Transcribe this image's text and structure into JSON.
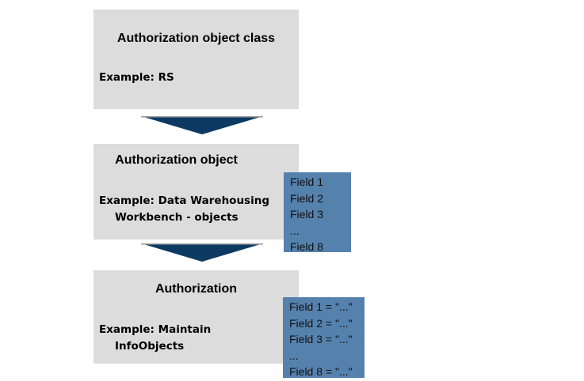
{
  "colors": {
    "background": "#ffffff",
    "box_gray": "#dcdcdc",
    "arrow_navy": "#0d3a63",
    "arrow_line": "#999999",
    "field_blue": "#5581ad",
    "text": "#000000"
  },
  "stages": [
    {
      "title": "Authorization object class",
      "example_lines": [
        "Example: RS"
      ]
    },
    {
      "title": "Authorization object",
      "example_lines": [
        "Example: Data Warehousing",
        "Workbench - objects"
      ],
      "fields": [
        "Field 1",
        "Field 2",
        "Field 3",
        "...",
        "Field 8"
      ]
    },
    {
      "title": "Authorization",
      "example_lines": [
        "Example: Maintain",
        "InfoObjects"
      ],
      "fields": [
        "Field 1 = \"...\"",
        "Field 2 = \"...\"",
        "Field 3 = \"...\"",
        "...",
        "Field 8 = \"...\""
      ]
    }
  ]
}
